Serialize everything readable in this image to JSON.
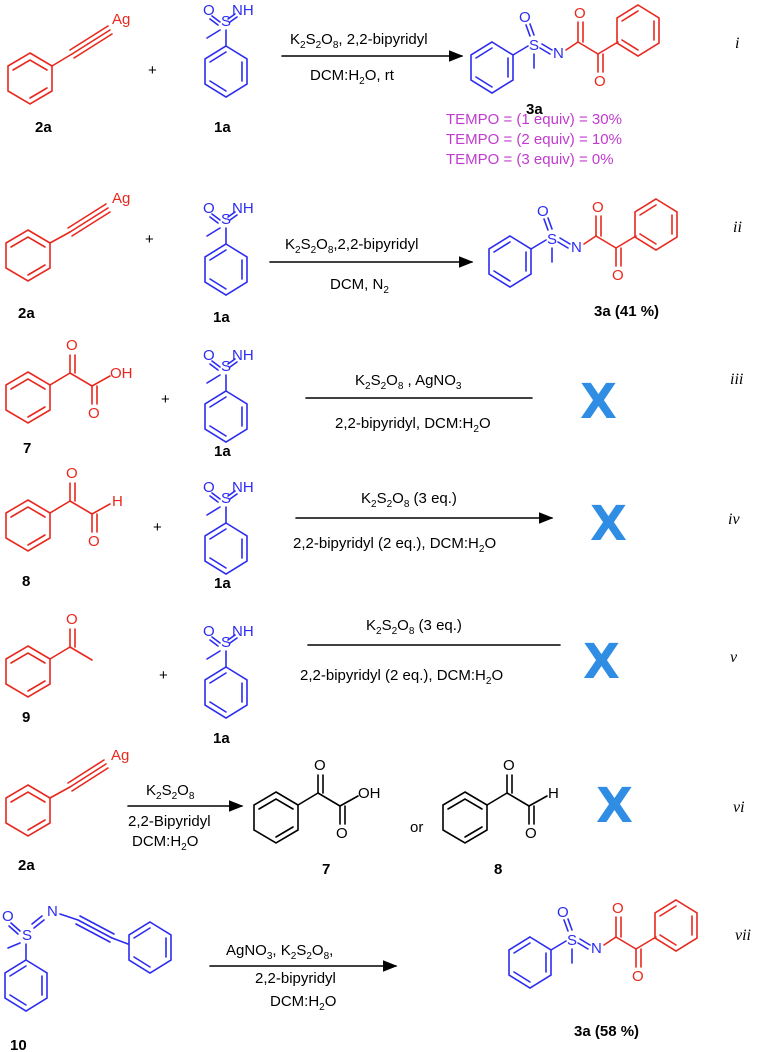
{
  "colors": {
    "reagent_red": "#e8281e",
    "sulfoximine_blue": "#2c2cf0",
    "tempo_magenta": "#c13ccf",
    "fail_mark_blue": "#2f8de4"
  },
  "atoms": {
    "ag": "Ag",
    "nh": "NH",
    "o": "O",
    "s": "S",
    "n": "N",
    "oh": "OH",
    "h": "H"
  },
  "plus": "+",
  "or": "or",
  "fail_mark": "X",
  "rows": [
    {
      "roman": "i",
      "left": "2a",
      "right": "1a",
      "cond_top": "K2S2O8, 2,2-bipyridyl",
      "cond_bottom": "DCM:H2O, rt",
      "product": "3a",
      "tempo": [
        "TEMPO = (1 equiv) = 30%",
        "TEMPO = (2 equiv) = 10%",
        "TEMPO = (3  equiv) = 0%"
      ]
    },
    {
      "roman": "ii",
      "left": "2a",
      "right": "1a",
      "cond_top": "K2S2O8,2,2-bipyridyl",
      "cond_bottom": "DCM, N2",
      "product": "3a (41 %)"
    },
    {
      "roman": "iii",
      "left": "7",
      "right": "1a",
      "cond_top": "K2S2O8 , AgNO3",
      "cond_bottom": "2,2-bipyridyl, DCM:H2O"
    },
    {
      "roman": "iv",
      "left": "8",
      "right": "1a",
      "cond_top": "K2S2O8 (3 eq.)",
      "cond_bottom": "2,2-bipyridyl (2 eq.), DCM:H2O"
    },
    {
      "roman": "v",
      "left": "9",
      "right": "1a",
      "cond_top": "K2S2O8 (3 eq.)",
      "cond_bottom": "2,2-bipyridyl (2 eq.), DCM:H2O"
    },
    {
      "roman": "vi",
      "left": "2a",
      "cond": [
        "K2S2O8",
        "2,2-Bipyridyl",
        "DCM:H2O"
      ],
      "product_a": "7",
      "product_b": "8"
    },
    {
      "roman": "vii",
      "left": "10",
      "cond": [
        "AgNO3, K2S2O8,",
        "2,2-bipyridyl",
        "DCM:H2O"
      ],
      "product": "3a (58 %)"
    }
  ]
}
